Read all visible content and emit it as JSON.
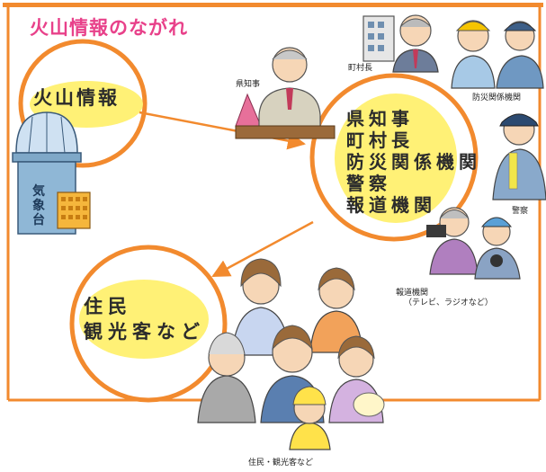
{
  "diagram": {
    "title": "火山情報のながれ",
    "source_node": "火山情報",
    "meteorological_agency": [
      "気",
      "象",
      "台"
    ],
    "center_node": [
      "県知事",
      "町村長",
      "防災関係機関",
      "警察",
      "報道機関"
    ],
    "resident_node": [
      "住民",
      "観光客など"
    ],
    "labels": {
      "governor": "県知事",
      "mayor": "町村長",
      "disaster_agencies": "防災関係機関",
      "police": "警察",
      "media": "報道機関",
      "media_note": "（テレビ、ラジオなど）",
      "residents": "住民・観光客など"
    },
    "colors": {
      "title": "#e8418a",
      "frame": "#f28a2e",
      "arrow": "#f28a2e",
      "bubble": "#fff176"
    },
    "icons": [
      "dome-observatory-icon",
      "government-building-icon",
      "pyramid-desk-sign-icon"
    ]
  }
}
